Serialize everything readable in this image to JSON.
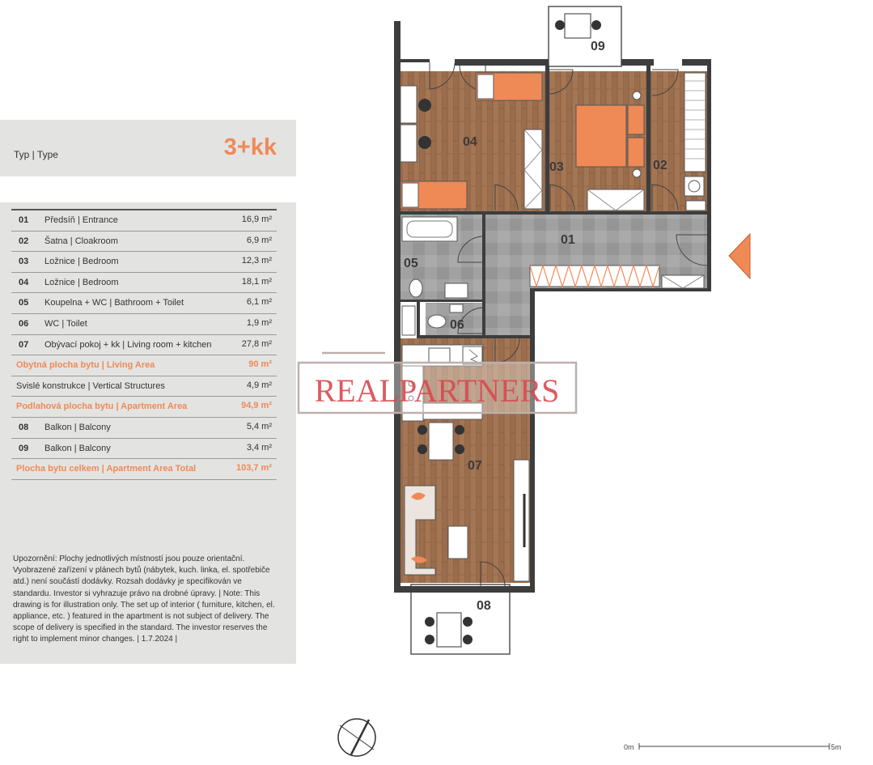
{
  "type": {
    "label": "Typ | Type",
    "value": "3+kk"
  },
  "rooms": [
    {
      "num": "01",
      "name": "Předsíň | Entrance",
      "area": "16,9 m²",
      "accent": false
    },
    {
      "num": "02",
      "name": "Šatna | Cloakroom",
      "area": "6,9 m²",
      "accent": false
    },
    {
      "num": "03",
      "name": "Ložnice | Bedroom",
      "area": "12,3 m²",
      "accent": false
    },
    {
      "num": "04",
      "name": "Ložnice | Bedroom",
      "area": "18,1 m²",
      "accent": false
    },
    {
      "num": "05",
      "name": "Koupelna + WC | Bathroom + Toilet",
      "area": "6,1 m²",
      "accent": false
    },
    {
      "num": "06",
      "name": "WC | Toilet",
      "area": "1,9 m²",
      "accent": false
    },
    {
      "num": "07",
      "name": "Obývací pokoj + kk | Living room + kitchen",
      "area": "27,8 m²",
      "accent": false
    },
    {
      "num": "",
      "name": "Obytná plocha bytu | Living Area",
      "area": "90 m²",
      "accent": true
    },
    {
      "num": "",
      "name": "Svislé konstrukce | Vertical Structures",
      "area": "4,9 m²",
      "accent": false
    },
    {
      "num": "",
      "name": "Podlahová plocha bytu | Apartment Area",
      "area": "94,9 m²",
      "accent": true
    },
    {
      "num": "08",
      "name": "Balkon | Balcony",
      "area": "5,4 m²",
      "accent": false
    },
    {
      "num": "09",
      "name": "Balkon | Balcony",
      "area": "3,4 m²",
      "accent": false
    },
    {
      "num": "",
      "name": "Plocha bytu celkem | Apartment Area Total",
      "area": "103,7 m²",
      "accent": true
    }
  ],
  "note": "Upozornění: Plochy jednotlivých místností jsou pouze orientační. Vyobrazené zařízení v plánech bytů (nábytek, kuch. linka, el. spotřebiče atd.) není součástí dodávky. Rozsah dodávky je specifikován ve standardu. Investor si vyhrazuje právo na drobné úpravy. | Note: This drawing is for illustration only. The set up of interior ( furniture, kitchen, el. appliance, etc. ) featured in the apartment is not subject of delivery. The scope of delivery is specified in the standard. The investor reserves the right to implement minor changes. | 1.7.2024 |",
  "plan": {
    "room_labels": [
      "04",
      "03",
      "02",
      "01",
      "05",
      "06",
      "07",
      "08",
      "09"
    ],
    "watermark": "REALPARTNERS",
    "scale": {
      "start": "0m",
      "end": "5m"
    }
  },
  "colors": {
    "accent": "#ef8a57",
    "panel": "#e3e3e2",
    "wood": "#a47654",
    "tile": "#9c9c9c",
    "wall": "#3d3d3d",
    "watermark": "#d9484f"
  }
}
